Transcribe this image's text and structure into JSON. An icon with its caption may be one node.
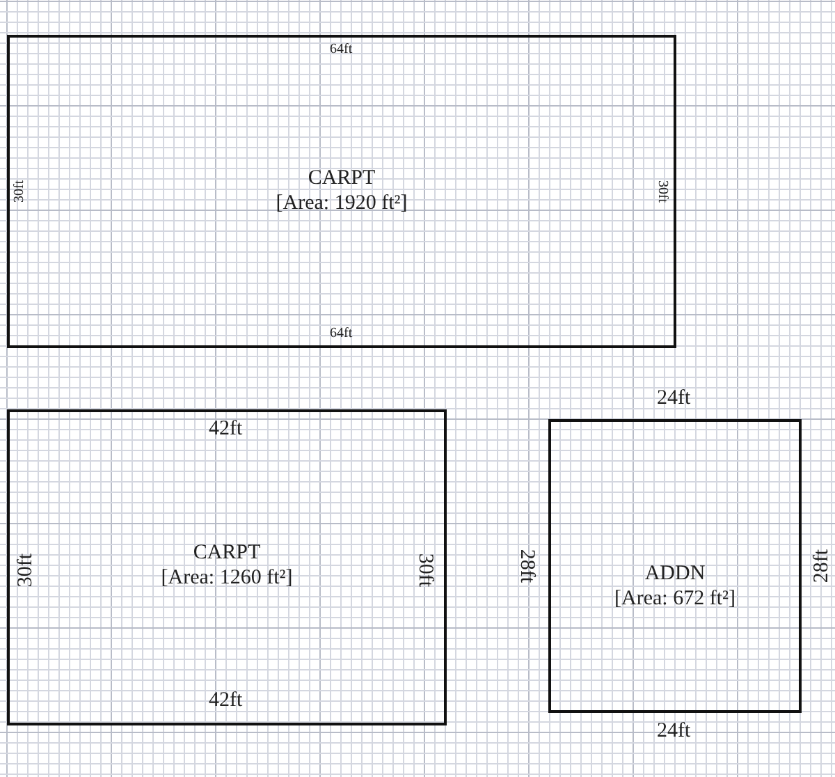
{
  "diagram": {
    "nodes": [
      {
        "text": [
          "CARPT",
          "[Area: 1920 ft²]"
        ]
      },
      {
        "text": [
          "CARPT",
          "[Area: 1260 ft²]"
        ]
      },
      {
        "text": [
          "ADDN",
          "[Area: 672 ft²]"
        ]
      }
    ],
    "labels": [
      "64ft",
      "30ft",
      "30ft",
      "64ft",
      "42ft",
      "30ft",
      "30ft",
      "42ft",
      "24ft",
      "28ft",
      "28ft",
      "24ft"
    ]
  }
}
